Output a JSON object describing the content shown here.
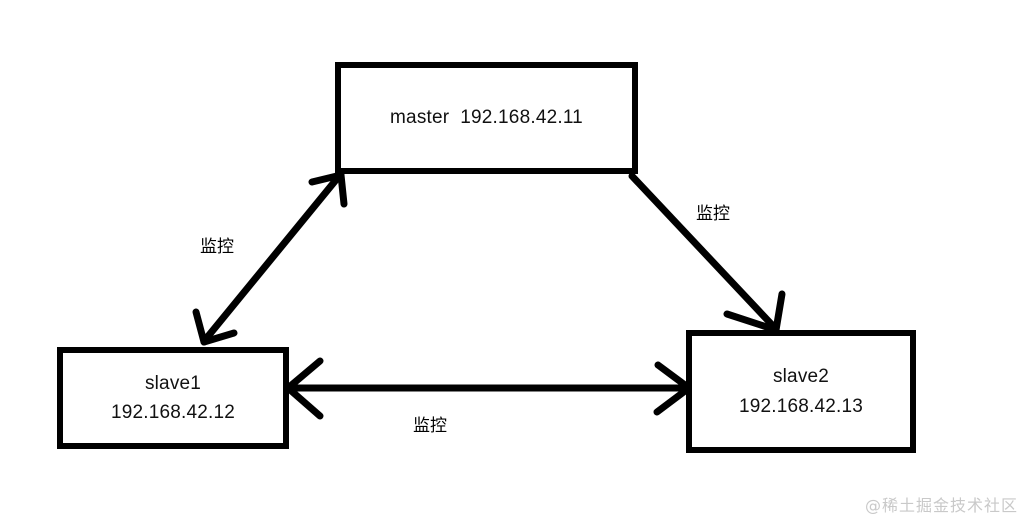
{
  "diagram": {
    "title": "master-slave monitoring topology",
    "background_color": "#ffffff",
    "stroke_color": "#000000",
    "nodes": [
      {
        "id": "master",
        "name": "master",
        "ip": "192.168.42.11",
        "combined": "master  192.168.42.11"
      },
      {
        "id": "slave1",
        "name": "slave1",
        "ip": "192.168.42.12"
      },
      {
        "id": "slave2",
        "name": "slave2",
        "ip": "192.168.42.13"
      }
    ],
    "edges": [
      {
        "id": "master-slave1",
        "label": "监控",
        "from": "master",
        "to": "slave1",
        "direction": "both"
      },
      {
        "id": "master-slave2",
        "label": "监控",
        "from": "master",
        "to": "slave2",
        "direction": "to"
      },
      {
        "id": "slave1-slave2",
        "label": "监控",
        "from": "slave1",
        "to": "slave2",
        "direction": "both"
      }
    ]
  },
  "watermark": {
    "text": "@稀土掘金技术社区",
    "color": "#c9c9c9"
  }
}
